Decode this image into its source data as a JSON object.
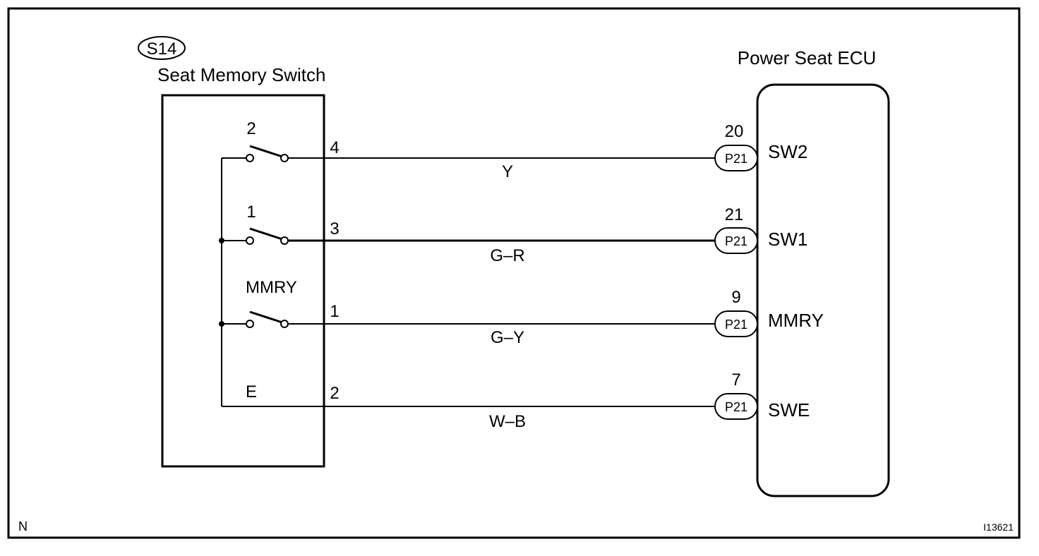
{
  "switch_component": {
    "code": "S14",
    "name": "Seat Memory Switch"
  },
  "ecu_component": {
    "name": "Power Seat ECU"
  },
  "circuits": [
    {
      "switch_label": "2",
      "switch_pin": "4",
      "wire_color": "Y",
      "ecu_pin": "20",
      "connector": "P21",
      "ecu_terminal": "SW2"
    },
    {
      "switch_label": "1",
      "switch_pin": "3",
      "wire_color": "G–R",
      "ecu_pin": "21",
      "connector": "P21",
      "ecu_terminal": "SW1"
    },
    {
      "switch_label": "MMRY",
      "switch_pin": "1",
      "wire_color": "G–Y",
      "ecu_pin": "9",
      "connector": "P21",
      "ecu_terminal": "MMRY"
    },
    {
      "switch_label": "E",
      "switch_pin": "2",
      "wire_color": "W–B",
      "ecu_pin": "7",
      "connector": "P21",
      "ecu_terminal": "SWE"
    }
  ],
  "footer": {
    "left_code": "N",
    "figure_id": "I13621"
  }
}
